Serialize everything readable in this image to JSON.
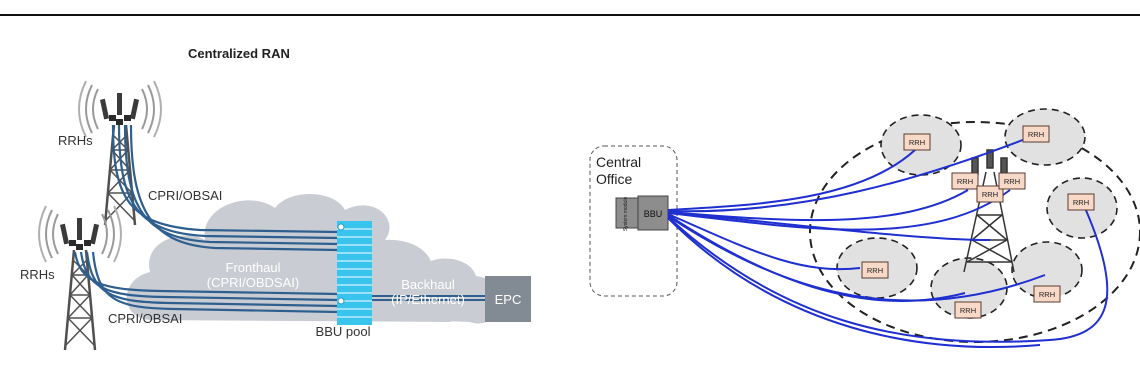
{
  "left": {
    "title": "Centralized RAN",
    "rrh_upper": "RRHs",
    "rrh_lower": "RRHs",
    "cpri_upper": "CPRI/OBSAI",
    "cpri_lower": "CPRI/OBSAI",
    "fronthaul_line1": "Fronthaul",
    "fronthaul_line2": "(CPRI/OBDSAI)",
    "backhaul_line1": "Backhaul",
    "backhaul_line2": "(IP/Ethernet)",
    "epc": "EPC",
    "bbu_pool": "BBU pool"
  },
  "right": {
    "central_office_line1": "Central",
    "central_office_line2": "Office",
    "system_module": "System module",
    "bbu": "BBU",
    "rrh_label": "RRH"
  },
  "colors": {
    "fiber_left": "#2e5f8f",
    "fiber_right": "#1f2fd0",
    "cloud": "#c9ccd3",
    "bbu_pool": "#38c4ec",
    "epc_box": "#828a93",
    "rrh_box": "#f8d9c8",
    "cell_fill": "#e1e1e1"
  }
}
